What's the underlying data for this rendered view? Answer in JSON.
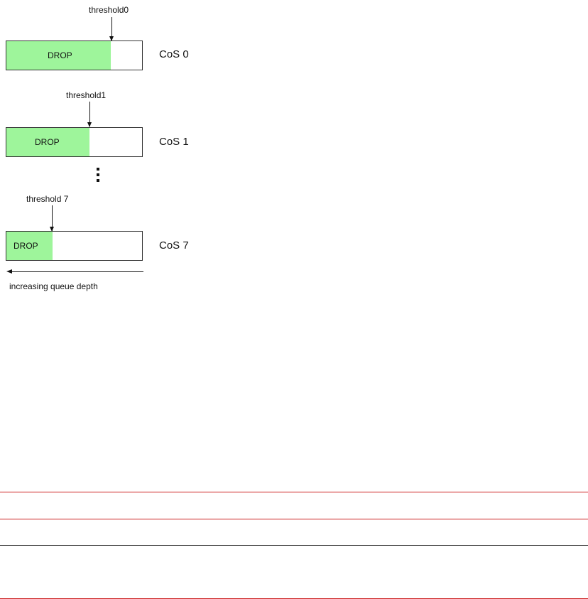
{
  "diagram": {
    "rows": [
      {
        "threshold_label": "threshold0",
        "drop_label": "DROP",
        "cos_label": "CoS 0",
        "drop_fraction": 0.77
      },
      {
        "threshold_label": "threshold1",
        "drop_label": "DROP",
        "cos_label": "CoS 1",
        "drop_fraction": 0.61
      },
      {
        "threshold_label": "threshold 7",
        "drop_label": "DROP",
        "cos_label": "CoS 7",
        "drop_fraction": 0.34
      }
    ],
    "ellipsis_icon": "vertical-ellipsis-icon",
    "axis_label": "increasing queue depth",
    "colors": {
      "drop_fill": "#9ef59b",
      "rule_red": "#cc1f1f",
      "rule_dark": "#333333"
    }
  }
}
